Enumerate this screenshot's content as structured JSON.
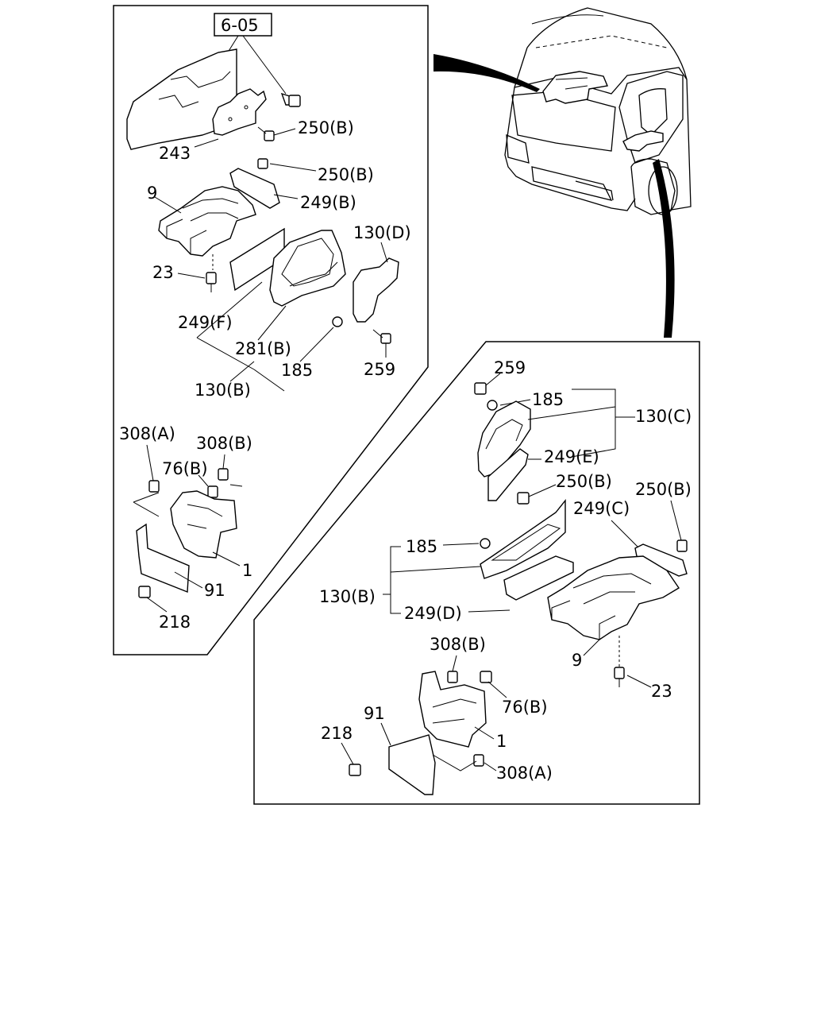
{
  "diagram": {
    "reference_box": "6-05",
    "left_panel": {
      "callouts": {
        "c243": "243",
        "c250b_a": "250(B)",
        "c250b_b": "250(B)",
        "c9": "9",
        "c249b": "249(B)",
        "c130d": "130(D)",
        "c23": "23",
        "c249f": "249(F)",
        "c281b": "281(B)",
        "c185": "185",
        "c259": "259",
        "c130b": "130(B)",
        "c308a": "308(A)",
        "c308b": "308(B)",
        "c76b": "76(B)",
        "c1": "1",
        "c91": "91",
        "c218": "218"
      }
    },
    "right_panel": {
      "callouts": {
        "c259": "259",
        "c185_top": "185",
        "c130c": "130(C)",
        "c249e": "249(E)",
        "c250b_a": "250(B)",
        "c250b_b": "250(B)",
        "c249c": "249(C)",
        "c185_mid": "185",
        "c130b": "130(B)",
        "c249d": "249(D)",
        "c9": "9",
        "c23": "23",
        "c308b": "308(B)",
        "c76b": "76(B)",
        "c91": "91",
        "c1": "1",
        "c218": "218",
        "c308a": "308(A)"
      }
    },
    "icons": [
      "truck-cab-icon",
      "bolt-icon",
      "bracket-icon",
      "cover-icon"
    ]
  }
}
